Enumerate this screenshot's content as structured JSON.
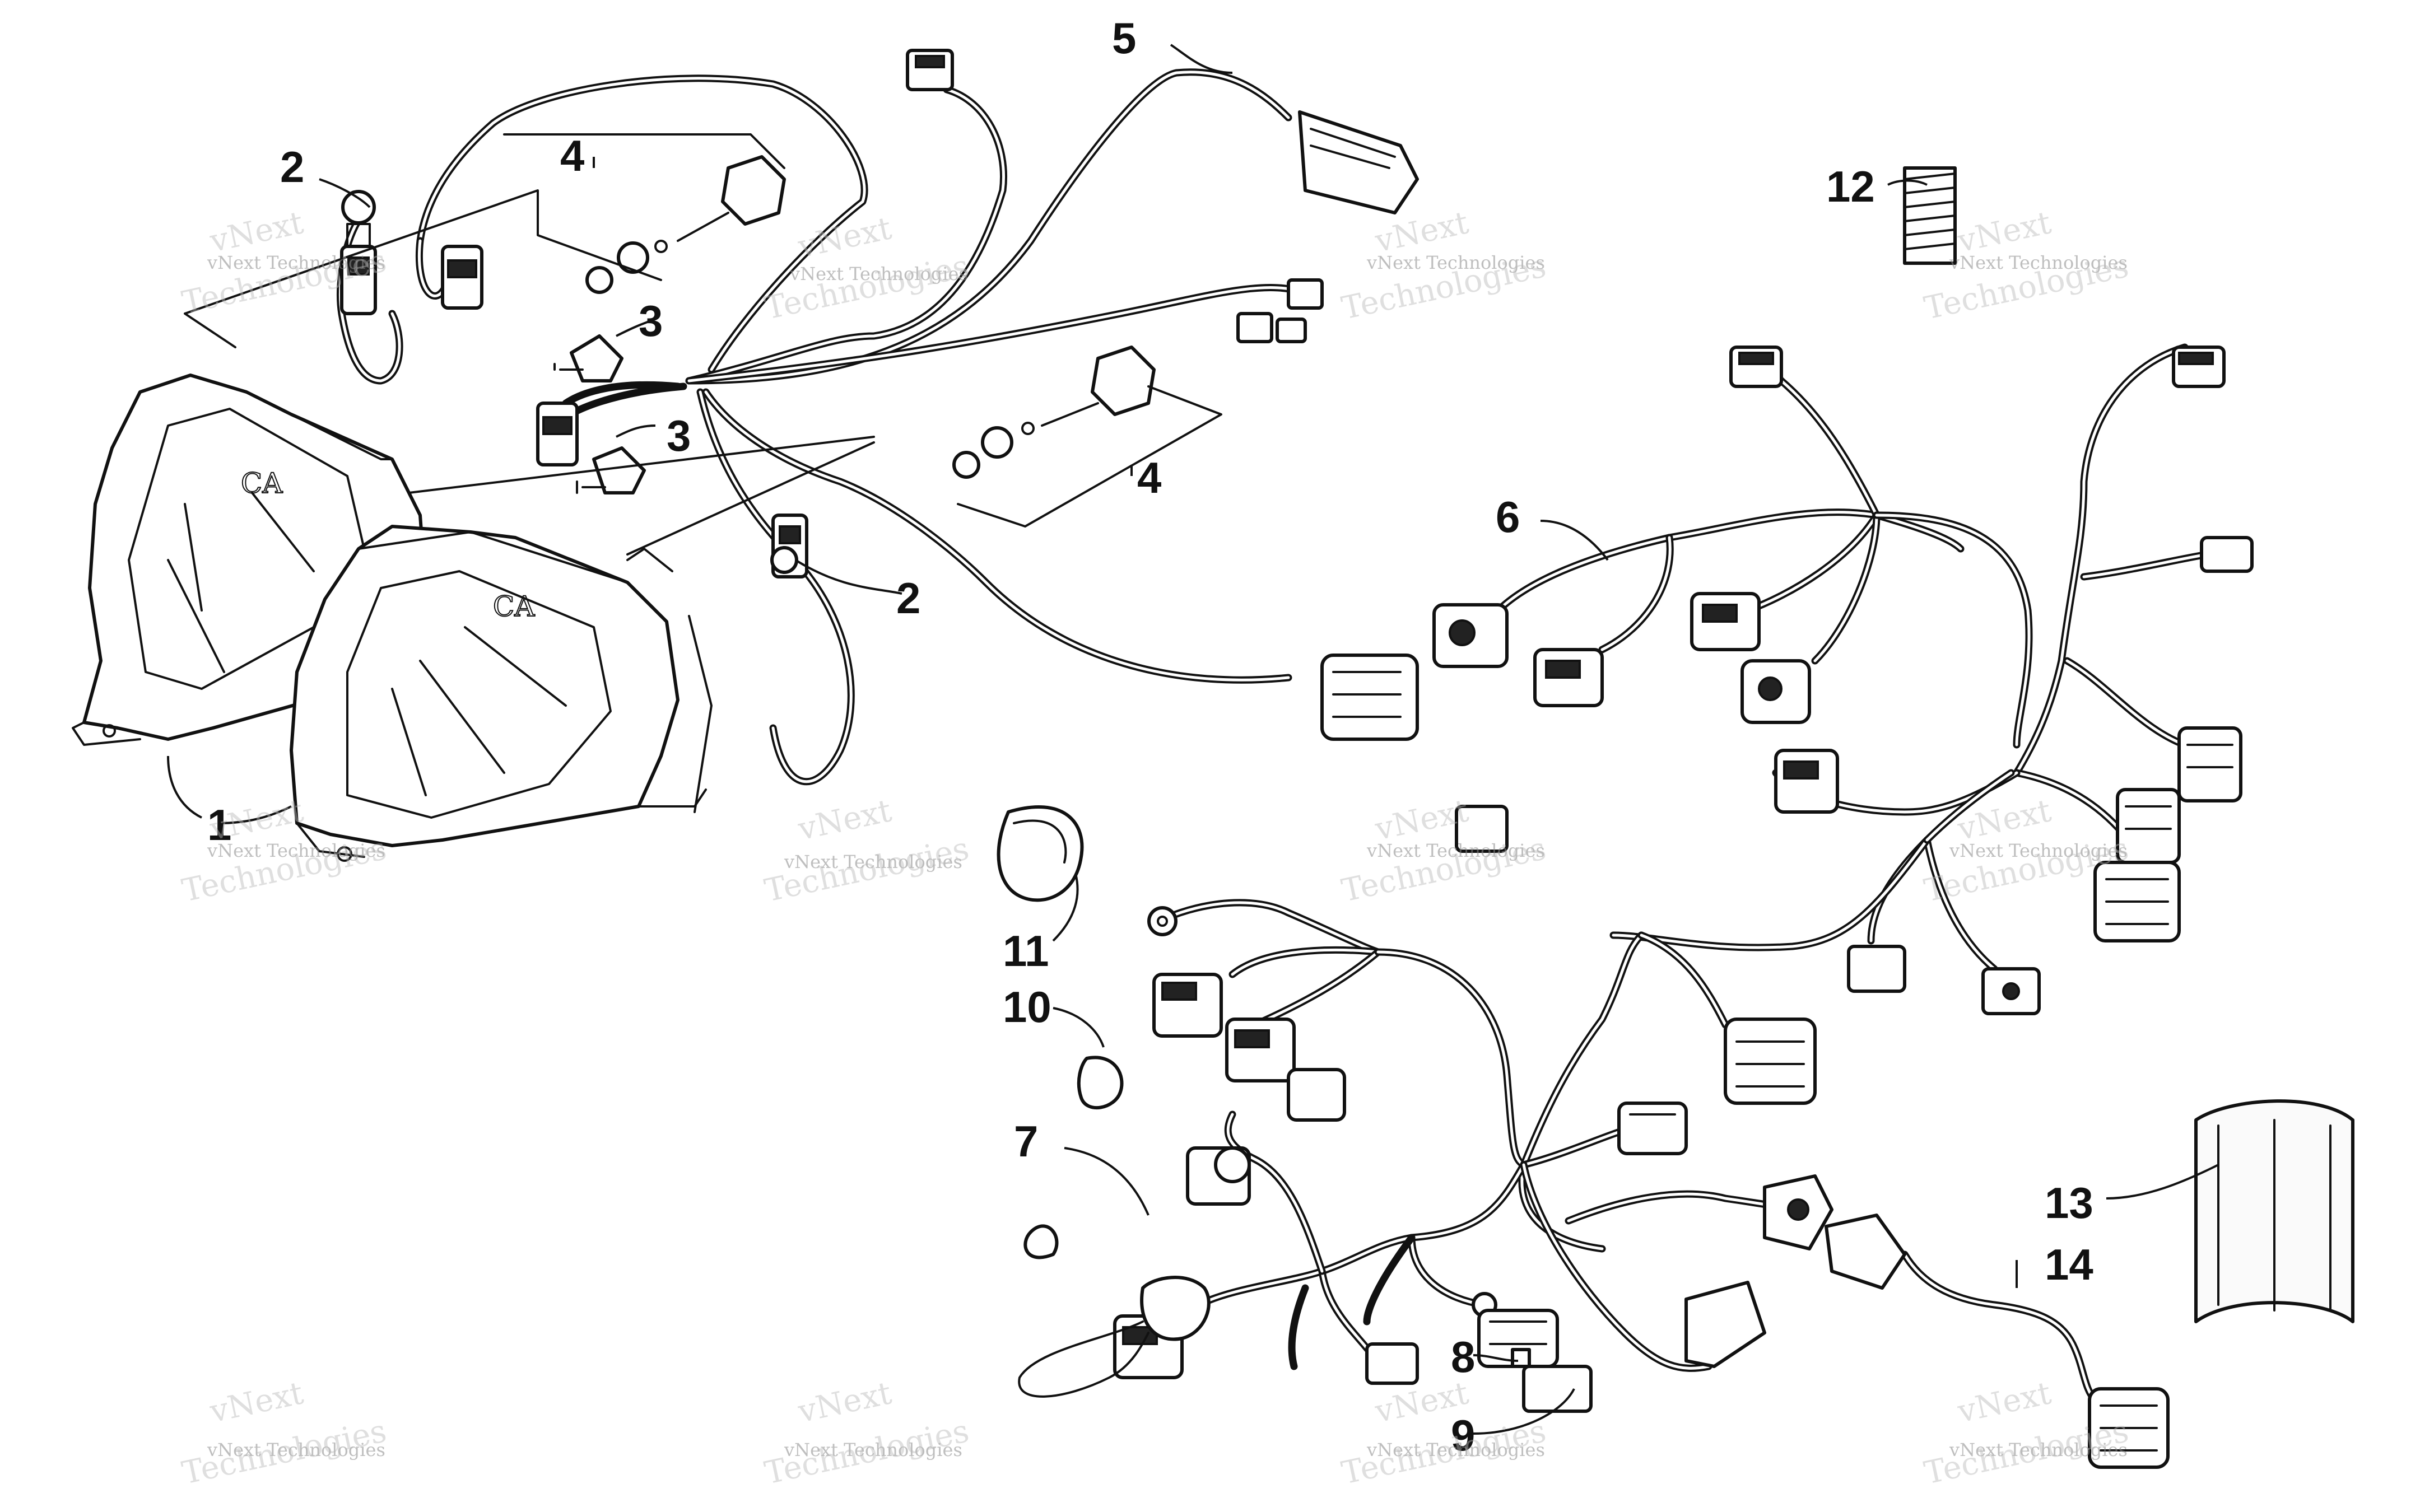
{
  "callouts": [
    {
      "id": "c1",
      "text": "1"
    },
    {
      "id": "c2a",
      "text": "2"
    },
    {
      "id": "c2b",
      "text": "2"
    },
    {
      "id": "c3a",
      "text": "3"
    },
    {
      "id": "c3b",
      "text": "3"
    },
    {
      "id": "c4a",
      "text": "4"
    },
    {
      "id": "c4b",
      "text": "4"
    },
    {
      "id": "c5",
      "text": "5"
    },
    {
      "id": "c6",
      "text": "6"
    },
    {
      "id": "c7",
      "text": "7"
    },
    {
      "id": "c8",
      "text": "8"
    },
    {
      "id": "c9",
      "text": "9"
    },
    {
      "id": "c10",
      "text": "10"
    },
    {
      "id": "c11",
      "text": "11"
    },
    {
      "id": "c12",
      "text": "12"
    },
    {
      "id": "c13",
      "text": "13"
    },
    {
      "id": "c14",
      "text": "14"
    }
  ],
  "watermark": {
    "small": "vNext Technologies",
    "big_line1": "vNext",
    "big_line2": "Technologies"
  },
  "colors": {
    "line": "#111111",
    "background": "#ffffff",
    "watermark": "#8a8a8a"
  }
}
